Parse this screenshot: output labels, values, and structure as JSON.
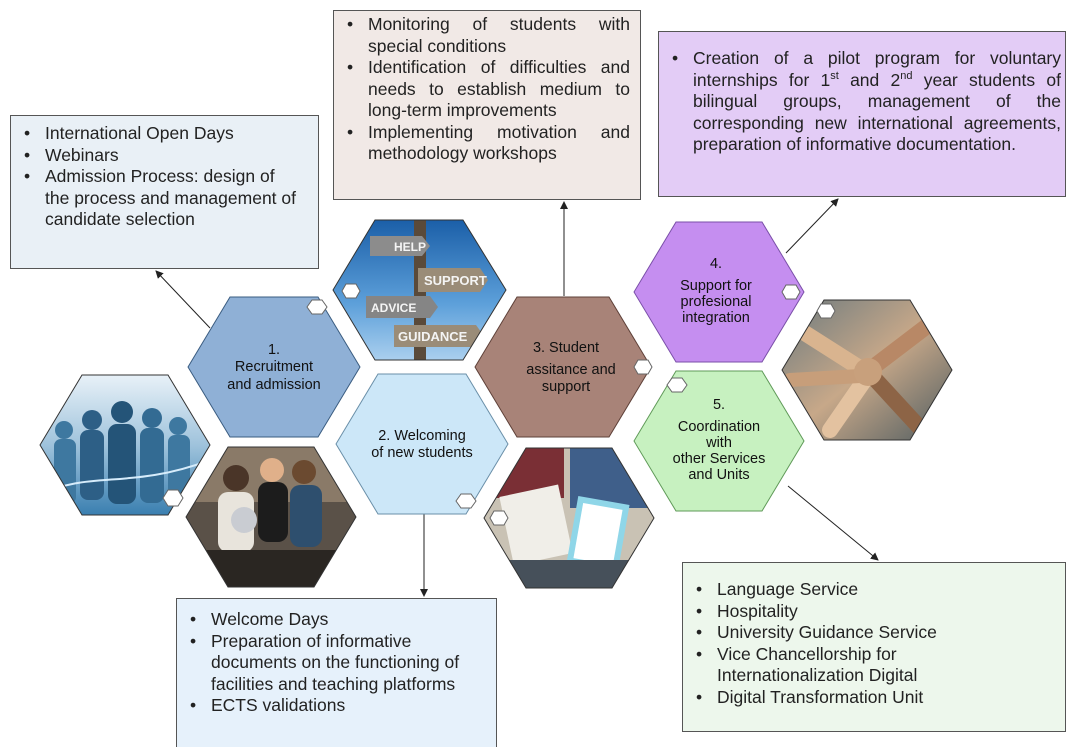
{
  "colors": {
    "recruitment": "#8fb0d6",
    "welcoming": "#cce7f8",
    "assistance": "#a88378",
    "integration": "#c58ef0",
    "coordination": "#c7f1c0",
    "box1": "#e9f0f6",
    "box2": "#f1e9e6",
    "box3": "#e3ccf6",
    "box4": "#e6f1fb",
    "box5": "#edf7ec"
  },
  "hexes": {
    "recruitment": [
      "1.",
      "Recruitment",
      "and admission"
    ],
    "welcoming": [
      "2. Welcoming",
      "of new students"
    ],
    "assistance": [
      "3. Student",
      "assitance and",
      "support"
    ],
    "integration": [
      "4.",
      "Support for",
      "profesional",
      "integration"
    ],
    "coordination": [
      "5.",
      "Coordination",
      "with",
      "other Services",
      "and Units"
    ]
  },
  "photos": {
    "signpost": [
      "HELP",
      "SUPPORT",
      "ADVICE",
      "GUIDANCE"
    ]
  },
  "box_recruitment": [
    "International Open Days",
    "Webinars",
    "Admission Process: design of the process and management of candidate selection"
  ],
  "box_assistance": [
    "Monitoring of students with special conditions",
    "Identification of difficulties and needs to establish medium to long-term improvements",
    "Implementing motivation and methodology workshops"
  ],
  "box_integration": {
    "part1": "Creation of a pilot program for voluntary internships for 1",
    "sup1": "st",
    "part2": " and 2",
    "sup2": "nd",
    "part3": " year students of bilingual groups, management of the corresponding new international agreements, preparation of informative documentation."
  },
  "box_welcoming": [
    "Welcome Days",
    "Preparation of informative documents on the functioning of facilities and teaching platforms",
    "ECTS validations"
  ],
  "box_coordination": [
    "Language Service",
    "Hospitality",
    "University Guidance Service",
    "Vice Chancellorship for Internationalization Digital",
    "Digital Transformation Unit"
  ]
}
